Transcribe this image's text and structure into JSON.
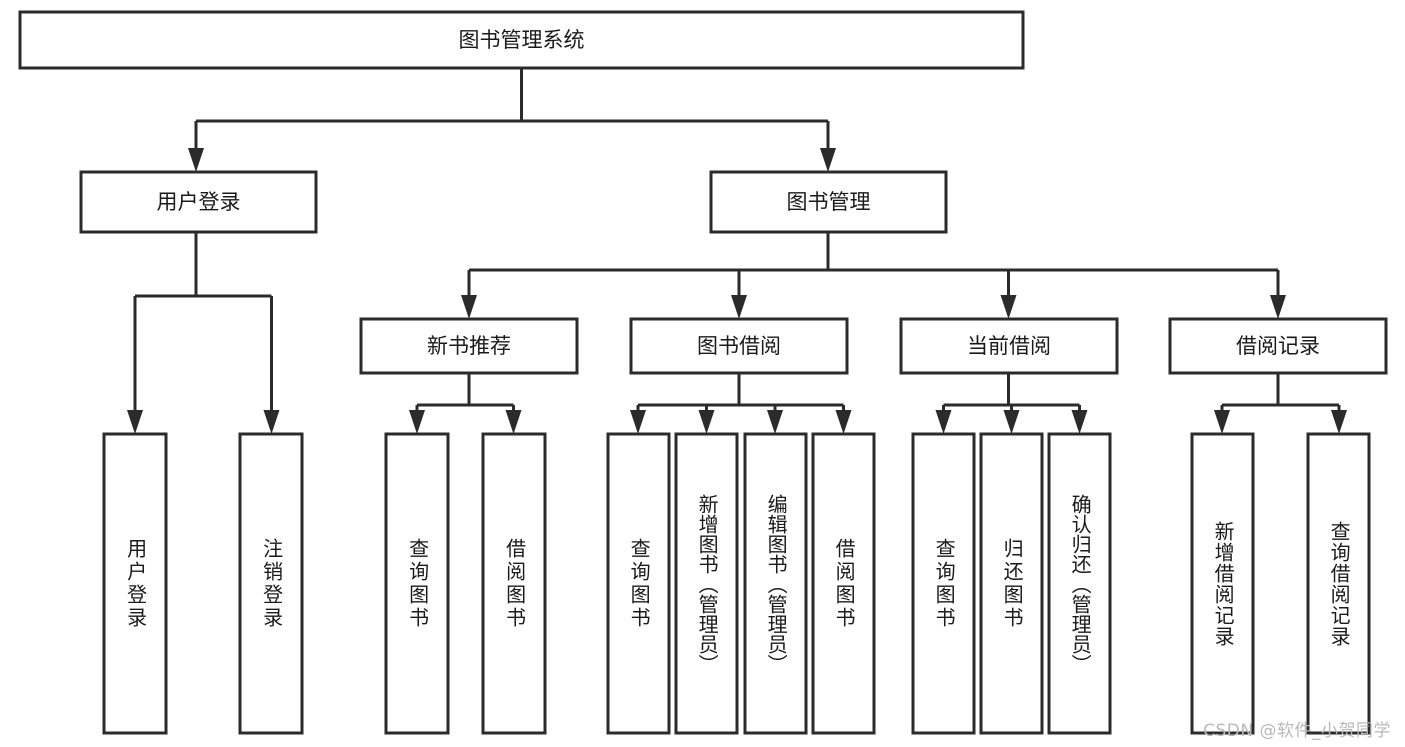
{
  "diagram": {
    "title": "图书管理系统",
    "type": "tree-hierarchy-chart",
    "orientation": "top-down",
    "colors": {
      "box_stroke": "#2b2b2b",
      "box_fill": "#ffffff",
      "connector": "#2b2b2b",
      "text": "#1a1a1a",
      "watermark": "#b9b9b9",
      "background": "#ffffff"
    },
    "root": {
      "label": "图书管理系统"
    },
    "level2": [
      {
        "label": "用户登录"
      },
      {
        "label": "图书管理"
      }
    ],
    "level3": [
      {
        "label": "新书推荐"
      },
      {
        "label": "图书借阅"
      },
      {
        "label": "当前借阅"
      },
      {
        "label": "借阅记录"
      }
    ],
    "leaves": {
      "user_login": [
        {
          "label": "用户登录"
        },
        {
          "label": "注销登录"
        }
      ],
      "new_book_recommend": [
        {
          "label": "查询图书"
        },
        {
          "label": "借阅图书"
        }
      ],
      "book_borrow": [
        {
          "label": "查询图书"
        },
        {
          "label": "新增图书（管理员）"
        },
        {
          "label": "编辑图书（管理员）"
        },
        {
          "label": "借阅图书"
        }
      ],
      "current_borrow": [
        {
          "label": "查询图书"
        },
        {
          "label": "归还图书"
        },
        {
          "label": "确认归还（管理员）"
        }
      ],
      "borrow_record": [
        {
          "label": "新增借阅记录"
        },
        {
          "label": "查询借阅记录"
        }
      ]
    },
    "watermark": "CSDN @软件_小贺同学"
  }
}
